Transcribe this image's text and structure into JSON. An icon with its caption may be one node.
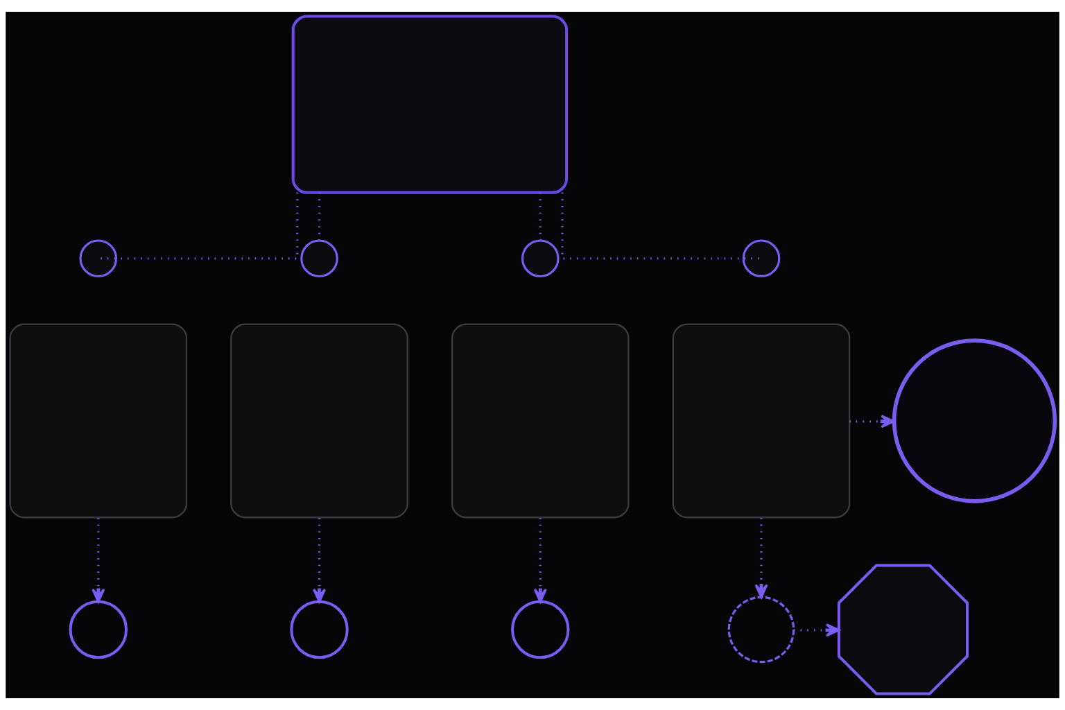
{
  "diagram": {
    "nodes": [
      {
        "text": [],
        "shape": "box"
      },
      {
        "text": [],
        "shape": "circle"
      },
      {
        "text": [],
        "shape": "circle"
      },
      {
        "text": [],
        "shape": "circle"
      },
      {
        "text": [],
        "shape": "circle"
      },
      {
        "text": [],
        "shape": "box"
      },
      {
        "text": [],
        "shape": "box"
      },
      {
        "text": [],
        "shape": "box"
      },
      {
        "text": [],
        "shape": "box"
      },
      {
        "text": [],
        "shape": "circle"
      },
      {
        "text": [],
        "shape": "circle"
      },
      {
        "text": [],
        "shape": "circle"
      },
      {
        "text": [],
        "shape": "circle"
      },
      {
        "text": [],
        "shape": "circle"
      },
      {
        "text": [],
        "shape": "octagon"
      }
    ],
    "edges": [
      {
        "from": 0,
        "to": 1,
        "arrow": "none",
        "style": "dashed"
      },
      {
        "from": 0,
        "to": 2,
        "arrow": "none",
        "style": "dashed"
      },
      {
        "from": 0,
        "to": 3,
        "arrow": "none",
        "style": "dashed"
      },
      {
        "from": 0,
        "to": 4,
        "arrow": "none",
        "style": "dashed"
      },
      {
        "from": 8,
        "to": 9,
        "arrow": "to",
        "style": "dashed"
      },
      {
        "from": 5,
        "to": 10,
        "arrow": "to",
        "style": "dashed"
      },
      {
        "from": 6,
        "to": 11,
        "arrow": "to",
        "style": "dashed"
      },
      {
        "from": 7,
        "to": 12,
        "arrow": "to",
        "style": "dashed"
      },
      {
        "from": 8,
        "to": 13,
        "arrow": "to",
        "style": "dashed"
      },
      {
        "from": 13,
        "to": 14,
        "arrow": "to",
        "style": "dashed"
      }
    ]
  }
}
